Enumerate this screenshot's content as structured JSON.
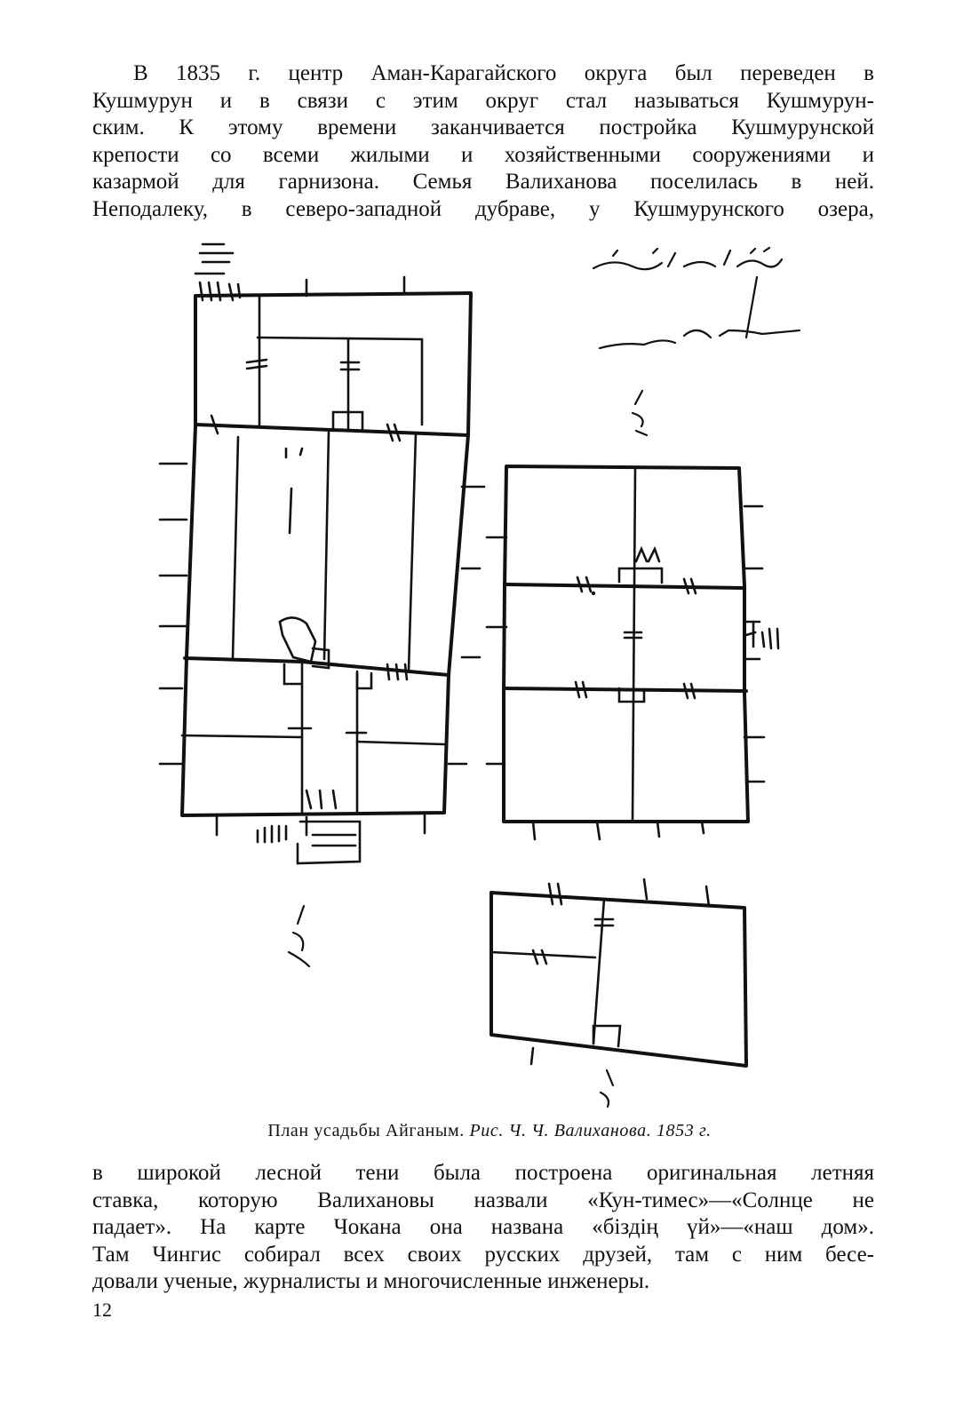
{
  "paragraph_top": [
    "В 1835 г. центр Аман-Карагайского округа был переведен в",
    "Кушмурун и в связи с этим округ стал называться Кушмурун-",
    "ским. К этому времени заканчивается постройка Кушмурунской",
    "крепости со всеми жилыми и хозяйственными сооружениями и",
    "казармой для гарнизона. Семья Валиханова поселилась в ней.",
    "Неподалеку, в северо-западной дубраве, у Кушмурунского озера,"
  ],
  "caption": {
    "plain": "План усадьбы Айганым.",
    "italic": "Рис. Ч. Ч. Валиханова. 1853 г."
  },
  "paragraph_bottom": [
    "в широкой лесной тени была построена оригинальная летняя",
    "ставка, которую Валихановы назвали «Кун-тимес»—«Солнце не",
    "падает». На карте Чокана она названа «біздің үй»—«наш дом».",
    "Там Чингис собирал всех своих русских друзей, там с ним бесе-",
    "довали ученые, журналисты и многочисленные инженеры."
  ],
  "page_number": "12"
}
